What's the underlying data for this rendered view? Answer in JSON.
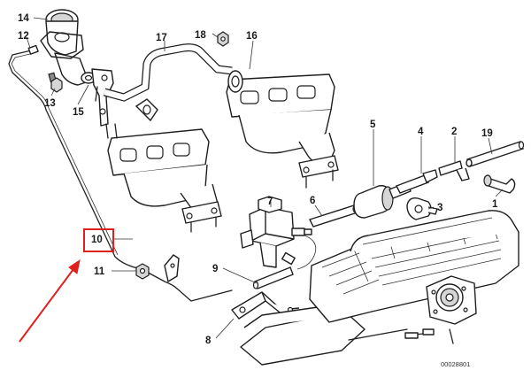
{
  "diagram": {
    "callouts": {
      "c1": "1",
      "c2": "2",
      "c3": "3",
      "c4": "4",
      "c5": "5",
      "c6": "6",
      "c7": "7",
      "c8": "8",
      "c9": "9",
      "c10": "10",
      "c11": "11",
      "c12": "12",
      "c13": "13",
      "c14": "14",
      "c15": "15",
      "c16": "16",
      "c17": "17",
      "c18": "18",
      "c19": "19"
    },
    "drawing_number": "00028801",
    "highlight": {
      "callout": "10",
      "box_color": "#e0201c",
      "arrow_color": "#e0201c"
    }
  }
}
